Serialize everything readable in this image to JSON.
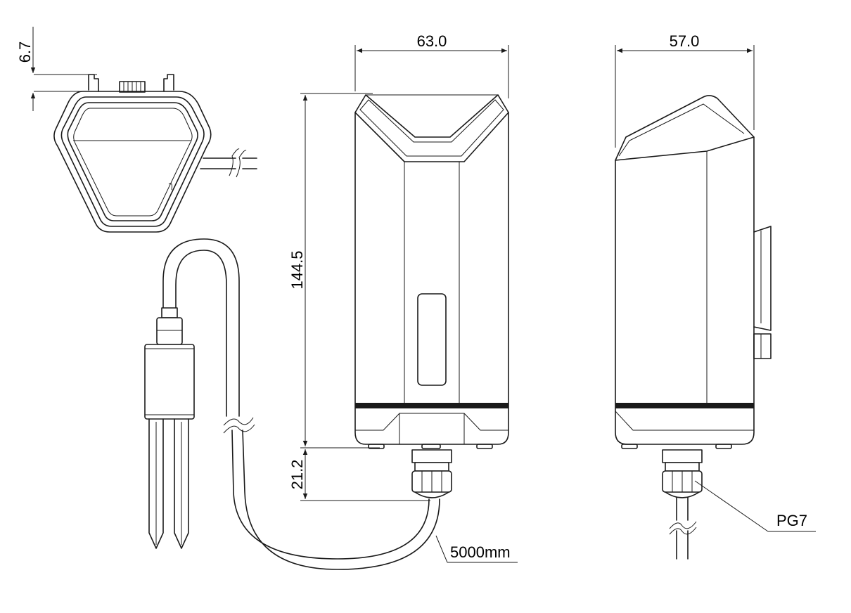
{
  "dimensions": {
    "top_view_height": "6.7",
    "front_width": "63.0",
    "side_width": "57.0",
    "body_height": "144.5",
    "gland_height": "21.2"
  },
  "labels": {
    "cable_length": "5000mm",
    "gland_type": "PG7"
  }
}
